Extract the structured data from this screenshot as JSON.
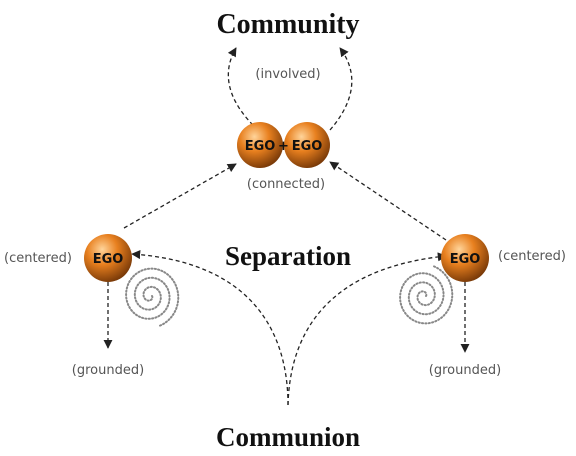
{
  "headings": {
    "top": "Community",
    "middle": "Separation",
    "bottom": "Communion"
  },
  "notes": {
    "involved": "(involved)",
    "connected": "(connected)",
    "centered_left": "(centered)",
    "centered_right": "(centered)",
    "grounded_left": "(grounded)",
    "grounded_right": "(grounded)"
  },
  "ego": {
    "left": "EGO",
    "right": "EGO",
    "pair_left": "EGO",
    "pair_right": "EGO",
    "pair_joiner": "+"
  },
  "colors": {
    "sphere_light": "#ffd49a",
    "sphere_mid": "#e8801f",
    "sphere_dark": "#7a3a08",
    "line": "#222222",
    "spiral": "#888888"
  }
}
